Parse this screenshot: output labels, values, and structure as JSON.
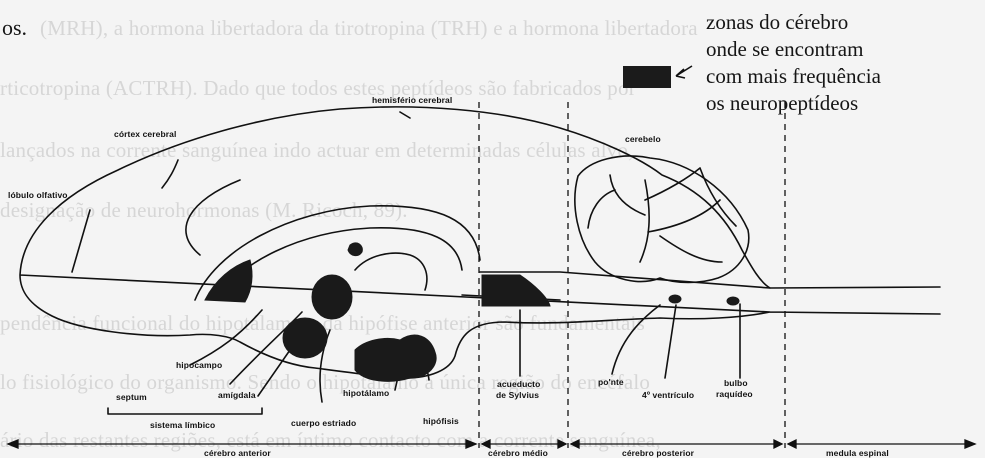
{
  "background_text": {
    "line1": "(MRH), a hormona libertadora da tirotropina (TRH) e a hormona libertadora",
    "line2": "rticotropina (ACTRH). Dado que todos estes peptídeos são fabricados por",
    "line3": "lançados na corrente sanguínea indo actuar em determinadas células alvo,",
    "line4": "designação de neurohormonas (M. Ricoch, 89).",
    "line5": "pendência funcional do hipotálamo e da hipófise anterior são fundamentais",
    "line6": "lo fisiológico do organismo. Sendo o hipotálamo a única região do encéfalo",
    "line7": "ário das restantes regiões, está em íntimo contacto com a corrente sanguínea,"
  },
  "fragment_top_left": "os.",
  "legend": {
    "line1": "zonas do cérebro",
    "line2": "onde se encontram",
    "line3": "com mais frequência",
    "line4": "os neuropeptídeos"
  },
  "labels": {
    "hemisferio": "hemisfério cerebral",
    "cortex": "córtex cerebral",
    "lobulo": "lóbulo olfativo",
    "cerebelo": "cerebelo",
    "hipocampo": "hipocampo",
    "septum": "septum",
    "amigdala": "amígdala",
    "sistema": "sistema límbico",
    "hipotalamo": "hipotálamo",
    "cuerpo": "cuerpo estriado",
    "hipofisis": "hipófisis",
    "acueducto1": "acueducto",
    "acueducto2": "de Sylvius",
    "ponte": "po'nte",
    "ventriculo": "4º ventrículo",
    "bulbo1": "bulbo",
    "bulbo2": "raquídeo",
    "cerebro_anterior": "cérebro anterior",
    "cerebro_medio": "cérebro médio",
    "cerebro_posterior": "cérebro posterior",
    "medula": "medula espinal"
  }
}
